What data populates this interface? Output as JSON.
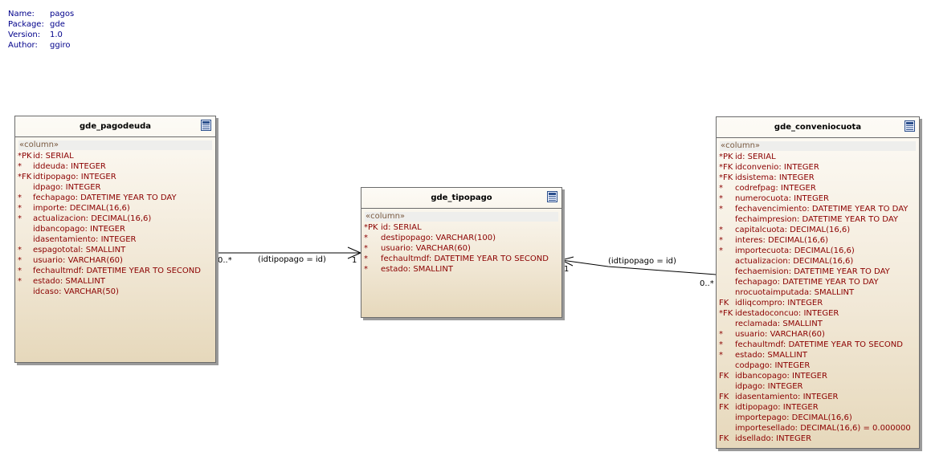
{
  "diagram": {
    "name_label": "Name:",
    "name": "pagos",
    "package_label": "Package:",
    "package": "gde",
    "version_label": "Version:",
    "version": "1.0",
    "author_label": "Author:",
    "author": "ggiro"
  },
  "stereotype": "«column»",
  "tables": {
    "pagodeuda": {
      "title": "gde_pagodeuda",
      "columns": [
        {
          "prefix": "*PK",
          "text": "id:  SERIAL"
        },
        {
          "prefix": "*",
          "text": "iddeuda:  INTEGER"
        },
        {
          "prefix": "*FK",
          "text": "idtipopago:  INTEGER"
        },
        {
          "prefix": "",
          "text": "idpago:  INTEGER"
        },
        {
          "prefix": "*",
          "text": "fechapago:  DATETIME YEAR TO DAY"
        },
        {
          "prefix": "*",
          "text": "importe:  DECIMAL(16,6)"
        },
        {
          "prefix": "*",
          "text": "actualizacion:  DECIMAL(16,6)"
        },
        {
          "prefix": "",
          "text": "idbancopago:  INTEGER"
        },
        {
          "prefix": "",
          "text": "idasentamiento:  INTEGER"
        },
        {
          "prefix": "*",
          "text": "espagototal:  SMALLINT"
        },
        {
          "prefix": "*",
          "text": "usuario:  VARCHAR(60)"
        },
        {
          "prefix": "*",
          "text": "fechaultmdf:  DATETIME YEAR TO SECOND"
        },
        {
          "prefix": "*",
          "text": "estado:  SMALLINT"
        },
        {
          "prefix": "",
          "text": "idcaso:  VARCHAR(50)"
        }
      ]
    },
    "tipopago": {
      "title": "gde_tipopago",
      "columns": [
        {
          "prefix": "*PK",
          "text": "id:  SERIAL"
        },
        {
          "prefix": "*",
          "text": "destipopago:  VARCHAR(100)"
        },
        {
          "prefix": "*",
          "text": "usuario:  VARCHAR(60)"
        },
        {
          "prefix": "*",
          "text": "fechaultmdf:  DATETIME YEAR TO SECOND"
        },
        {
          "prefix": "*",
          "text": "estado:  SMALLINT"
        }
      ]
    },
    "conveniocuota": {
      "title": "gde_conveniocuota",
      "columns": [
        {
          "prefix": "*PK",
          "text": "id:  SERIAL"
        },
        {
          "prefix": "*FK",
          "text": "idconvenio:  INTEGER"
        },
        {
          "prefix": "*FK",
          "text": "idsistema:  INTEGER"
        },
        {
          "prefix": "*",
          "text": "codrefpag:  INTEGER"
        },
        {
          "prefix": "*",
          "text": "numerocuota:  INTEGER"
        },
        {
          "prefix": "*",
          "text": "fechavencimiento:  DATETIME YEAR TO DAY"
        },
        {
          "prefix": "",
          "text": "fechaimpresion:  DATETIME YEAR TO DAY"
        },
        {
          "prefix": "*",
          "text": "capitalcuota:  DECIMAL(16,6)"
        },
        {
          "prefix": "*",
          "text": "interes:  DECIMAL(16,6)"
        },
        {
          "prefix": "*",
          "text": "importecuota:  DECIMAL(16,6)"
        },
        {
          "prefix": "",
          "text": "actualizacion:  DECIMAL(16,6)"
        },
        {
          "prefix": "",
          "text": "fechaemision:  DATETIME YEAR TO DAY"
        },
        {
          "prefix": "",
          "text": "fechapago:  DATETIME YEAR TO DAY"
        },
        {
          "prefix": "",
          "text": "nrocuotaimputada:  SMALLINT"
        },
        {
          "prefix": "FK",
          "text": "idliqcompro:  INTEGER"
        },
        {
          "prefix": "*FK",
          "text": "idestadoconcuo:  INTEGER"
        },
        {
          "prefix": "",
          "text": "reclamada:  SMALLINT"
        },
        {
          "prefix": "*",
          "text": "usuario:  VARCHAR(60)"
        },
        {
          "prefix": "*",
          "text": "fechaultmdf:  DATETIME YEAR TO SECOND"
        },
        {
          "prefix": "*",
          "text": "estado:  SMALLINT"
        },
        {
          "prefix": "",
          "text": "codpago:  INTEGER"
        },
        {
          "prefix": "FK",
          "text": "idbancopago:  INTEGER"
        },
        {
          "prefix": "",
          "text": "idpago:  INTEGER"
        },
        {
          "prefix": "FK",
          "text": "idasentamiento:  INTEGER"
        },
        {
          "prefix": "FK",
          "text": "idtipopago:  INTEGER"
        },
        {
          "prefix": "",
          "text": "importepago:  DECIMAL(16,6)"
        },
        {
          "prefix": "",
          "text": "importesellado:  DECIMAL(16,6) =  0.000000"
        },
        {
          "prefix": "FK",
          "text": "idsellado:  INTEGER"
        }
      ]
    }
  },
  "relations": {
    "left": {
      "label": "(idtipopago = id)",
      "source_mult": "0..*",
      "target_mult": "1"
    },
    "right": {
      "label": "(idtipopago = id)",
      "source_mult": "0..*",
      "target_mult": "1"
    }
  },
  "colors": {
    "meta": "#00008b",
    "column": "#8b0000",
    "stereotype": "#7a5a40",
    "border": "#6b6b6b"
  }
}
